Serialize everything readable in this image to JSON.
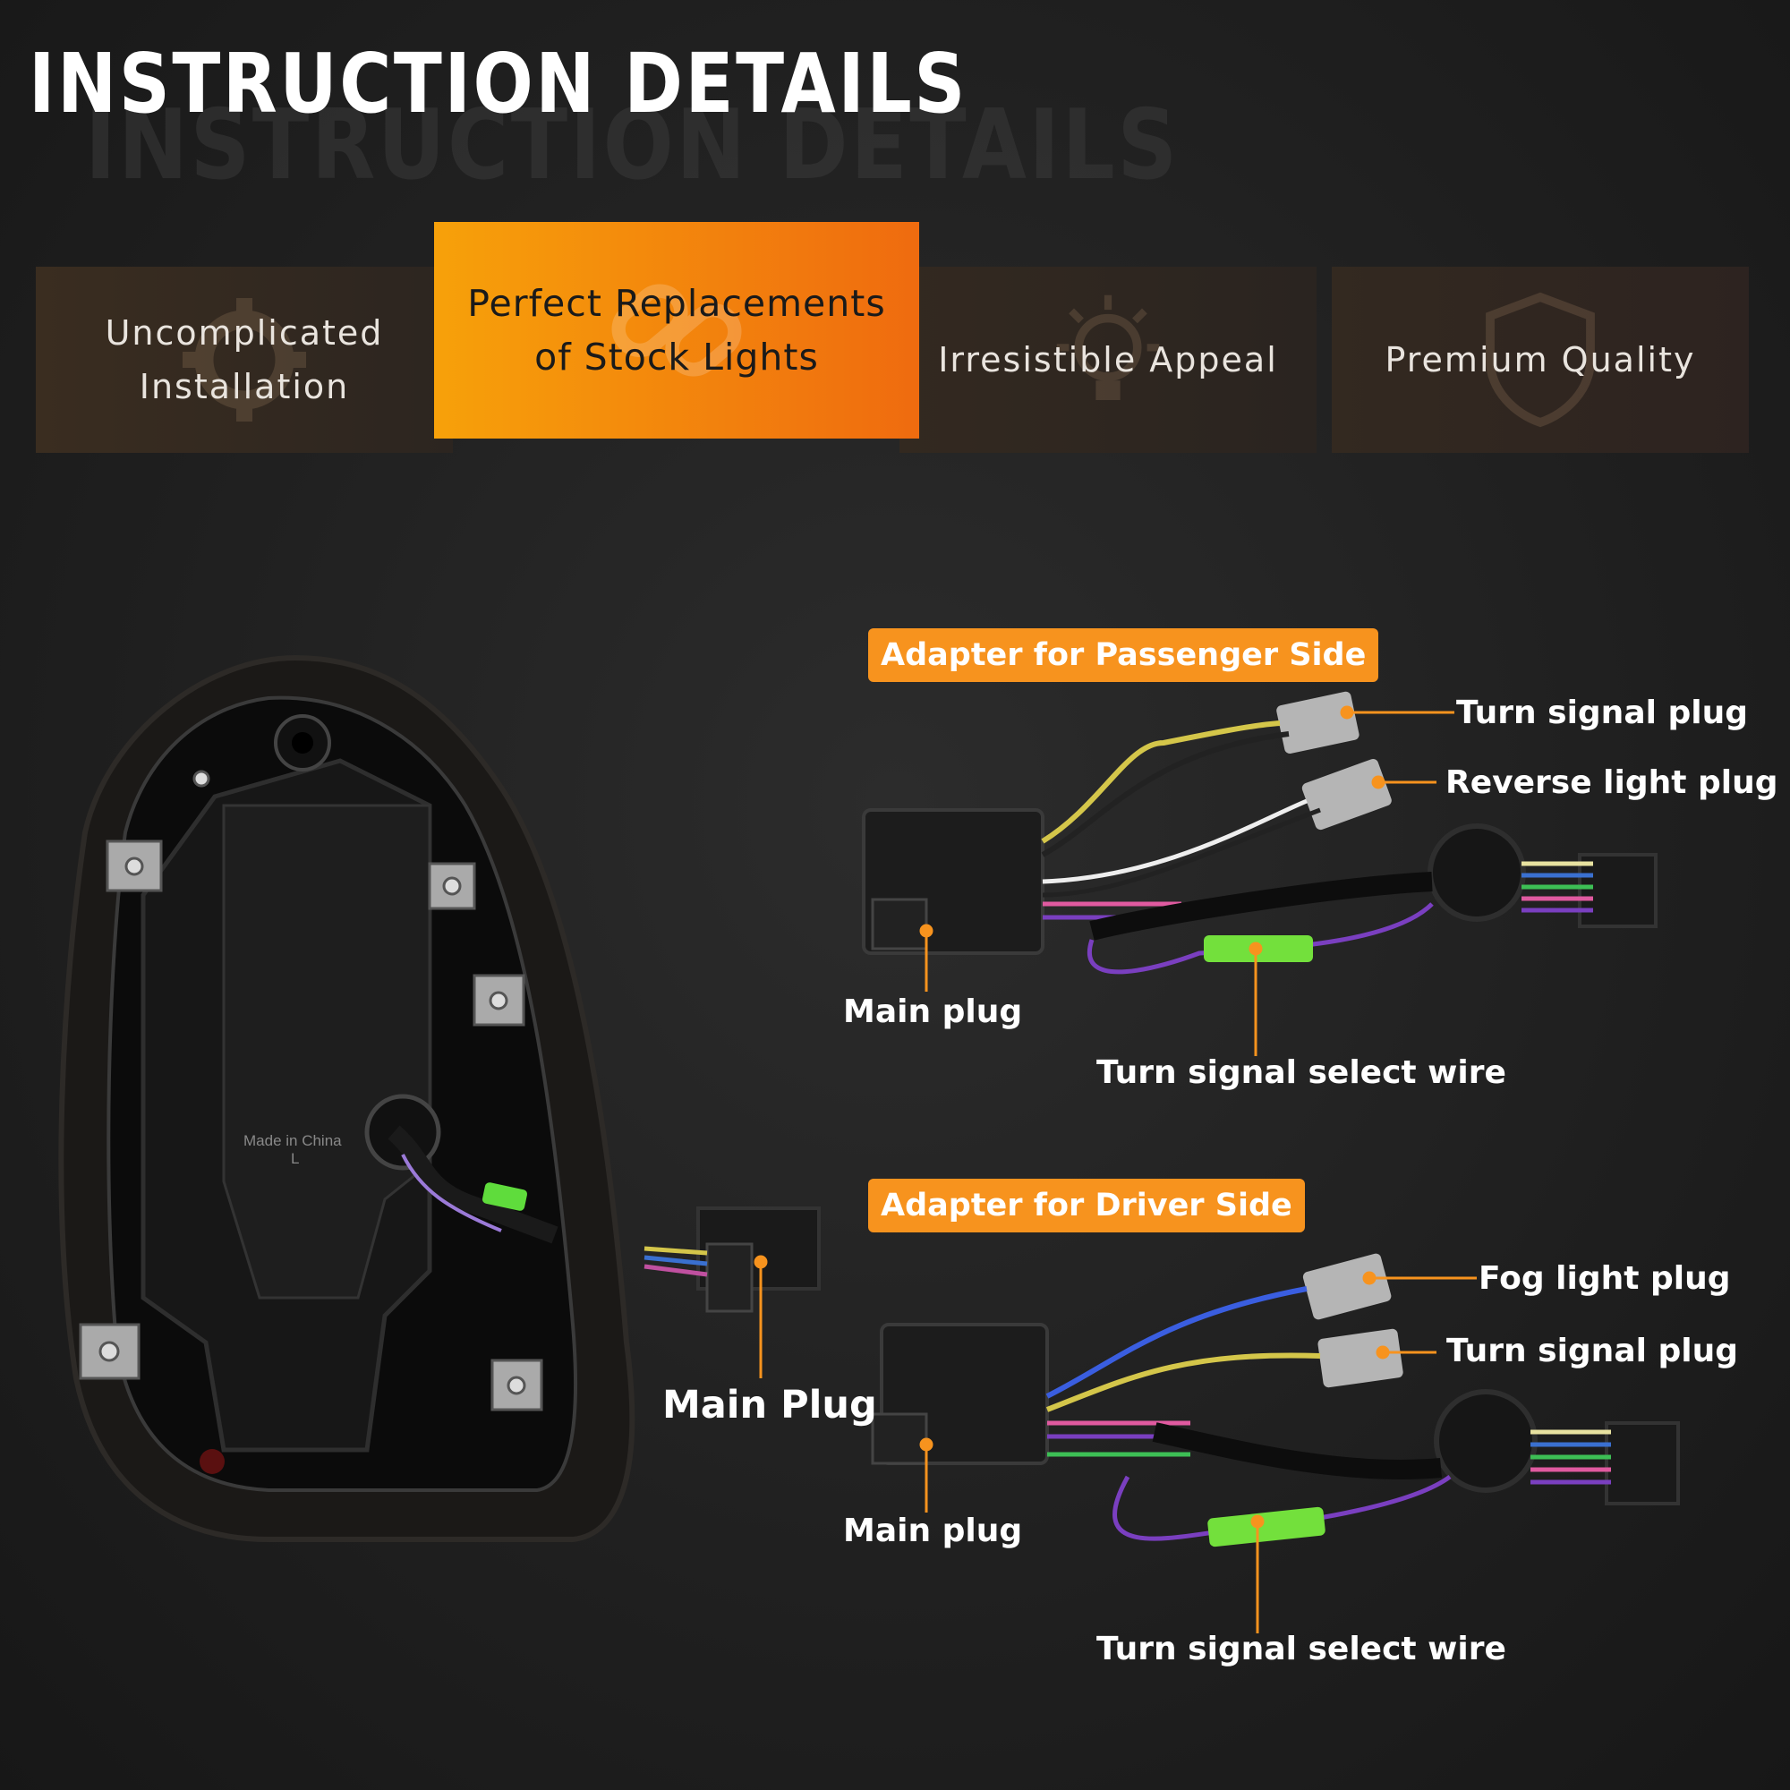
{
  "title": "INSTRUCTION DETAILS",
  "tabs": [
    {
      "line1": "Uncomplicated",
      "line2": "Installation",
      "icon": "gear-icon"
    },
    {
      "line1": "Perfect Replacements",
      "line2": "of Stock Lights",
      "icon": "link-icon"
    },
    {
      "line1": "Irresistible Appeal",
      "icon": "lightbulb-icon"
    },
    {
      "line1": "Premium Quality",
      "icon": "shield-icon"
    }
  ],
  "passenger": {
    "badge": "Adapter for Passenger Side",
    "turn_signal_plug": "Turn signal plug",
    "reverse_light_plug": "Reverse light plug",
    "main_plug": "Main plug",
    "select_wire": "Turn signal select wire"
  },
  "driver": {
    "badge": "Adapter for Driver Side",
    "fog_light_plug": "Fog light plug",
    "turn_signal_plug": "Turn signal plug",
    "main_plug": "Main plug",
    "select_wire": "Turn signal select wire"
  },
  "lamp": {
    "main_plug": "Main Plug",
    "made_in": "Made in China",
    "side_mark": "L"
  },
  "colors": {
    "accent_orange": "#f7931e",
    "tab_active_start": "#f7a10a",
    "tab_active_end": "#ef6b0f",
    "background": "#1f1f1f",
    "leader_line": "#f7931e"
  }
}
